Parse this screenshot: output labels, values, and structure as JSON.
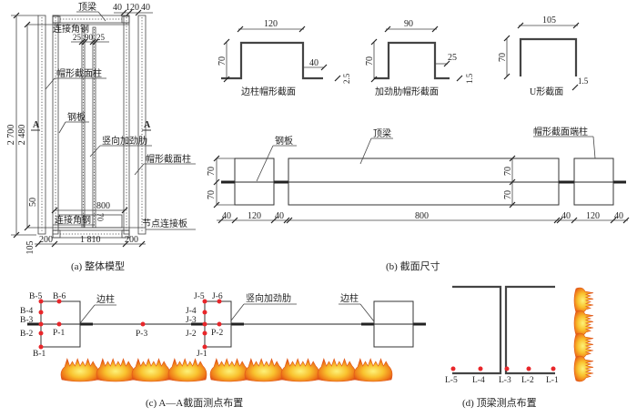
{
  "panel_a": {
    "caption": "(a) 整体模型",
    "labels": {
      "top_beam": "顶梁",
      "connect_angle_top": "连接角钢",
      "hat_column_left": "帽形截面柱",
      "steel_plate": "钢板",
      "vertical_stiffener": "竖向加劲肋",
      "hat_column_right": "帽形截面柱",
      "connect_angle_bottom": "连接角钢",
      "node_plate": "节点连接板",
      "section_mark_left": "A",
      "section_mark_right": "A"
    },
    "dims": {
      "top_40a": "40",
      "top_120": "120",
      "top_40b": "40",
      "stiff_25a": "25",
      "stiff_90": "90",
      "stiff_25b": "25",
      "height_total": "2 700",
      "height_inner": "2 480",
      "d50": "50",
      "d800": "800",
      "d70": "70",
      "d105": "105",
      "bottom_200a": "200",
      "bottom_1810": "1 810",
      "bottom_200b": "200"
    }
  },
  "panel_b": {
    "caption": "(b) 截面尺寸",
    "sections": [
      {
        "name": "边柱帽形截面",
        "width": "120",
        "height": "70",
        "flange": "40",
        "thickness": "2.5"
      },
      {
        "name": "加劲肋帽形截面",
        "width": "90",
        "height": "70",
        "flange": "25",
        "thickness": "1.5"
      },
      {
        "name": "U形截面",
        "width": "105",
        "height": "70",
        "thickness": "1.5"
      }
    ],
    "labels": {
      "steel_plate": "钢板",
      "top_beam": "顶梁",
      "end_column": "帽形截面端柱"
    },
    "dims": {
      "h70a": "70",
      "h70b": "70",
      "h70c": "70",
      "h70d": "70",
      "w40a": "40",
      "w120a": "120",
      "w40b": "40",
      "w800": "800",
      "w40c": "40",
      "w120b": "120",
      "w40d": "40"
    }
  },
  "panel_c": {
    "caption": "(c) A—A截面测点布置",
    "labels": {
      "edge_column_left": "边柱",
      "vertical_stiffener": "竖向加劲肋",
      "edge_column_right": "边柱"
    },
    "points_b": [
      "B-1",
      "B-2",
      "B-3",
      "B-4",
      "B-5",
      "B-6"
    ],
    "points_j": [
      "J-1",
      "J-2",
      "J-3",
      "J-4",
      "J-5",
      "J-6"
    ],
    "points_p": [
      "P-1",
      "P-2",
      "P-3"
    ]
  },
  "panel_d": {
    "caption": "(d) 顶梁测点布置",
    "points_l": [
      "L-5",
      "L-4",
      "L-3",
      "L-2",
      "L-1"
    ]
  },
  "colors": {
    "measure_point": "#e8262a",
    "fire_outer": "#e85a10",
    "fire_inner": "#fbe54a"
  }
}
